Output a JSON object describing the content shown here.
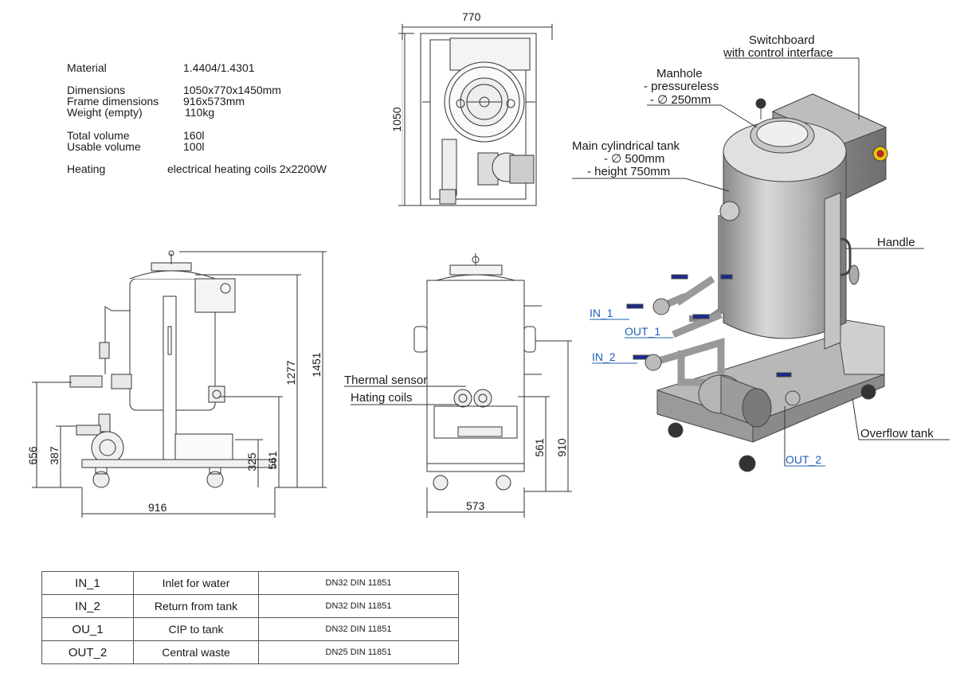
{
  "specs": {
    "material_label": "Material",
    "material_value": "1.4404/1.4301",
    "dimensions_label": "Dimensions",
    "dimensions_value": "1050x770x1450mm",
    "frame_label": "Frame dimensions",
    "frame_value": "916x573mm",
    "weight_label": "Weight (empty)",
    "weight_value": "110kg",
    "total_volume_label": "Total volume",
    "total_volume_value": "160l",
    "usable_volume_label": "Usable volume",
    "usable_volume_value": "100l",
    "heating_label": "Heating",
    "heating_value": "electrical heating coils 2x2200W"
  },
  "top_view": {
    "width_dim": "770",
    "depth_dim": "1050"
  },
  "side_view": {
    "width_dim": "916",
    "dims": [
      "656",
      "387",
      "325",
      "561",
      "1277",
      "1451"
    ]
  },
  "front_view": {
    "width_dim": "573",
    "dims": [
      "561",
      "910"
    ],
    "thermal_sensor": "Thermal sensor",
    "heating_coils": "Hating coils"
  },
  "iso_view": {
    "switchboard_1": "Switchboard",
    "switchboard_2": "with control interface",
    "manhole_1": "Manhole",
    "manhole_2": "- pressureless",
    "manhole_3": "- ∅ 250mm",
    "tank_1": "Main cylindrical tank",
    "tank_2": "- ∅ 500mm",
    "tank_3": "- height 750mm",
    "handle": "Handle",
    "overflow": "Overflow tank",
    "in1": "IN_1",
    "out1": "OUT_1",
    "in2": "IN_2",
    "out2": "OUT_2"
  },
  "connections": [
    {
      "code": "IN_1",
      "desc": "Inlet for water",
      "spec": "DN32 DIN 11851"
    },
    {
      "code": "IN_2",
      "desc": "Return from tank",
      "spec": "DN32 DIN 11851"
    },
    {
      "code": "OU_1",
      "desc": "CIP to tank",
      "spec": "DN32 DIN 11851"
    },
    {
      "code": "OUT_2",
      "desc": "Central waste",
      "spec": "DN25 DIN 11851"
    }
  ],
  "colors": {
    "link_blue": "#1f5fb8",
    "steel": "#a8a8a8",
    "valve_blue": "#1a2a8c",
    "switch_yellow": "#f2c200",
    "switch_red": "#d42020"
  }
}
